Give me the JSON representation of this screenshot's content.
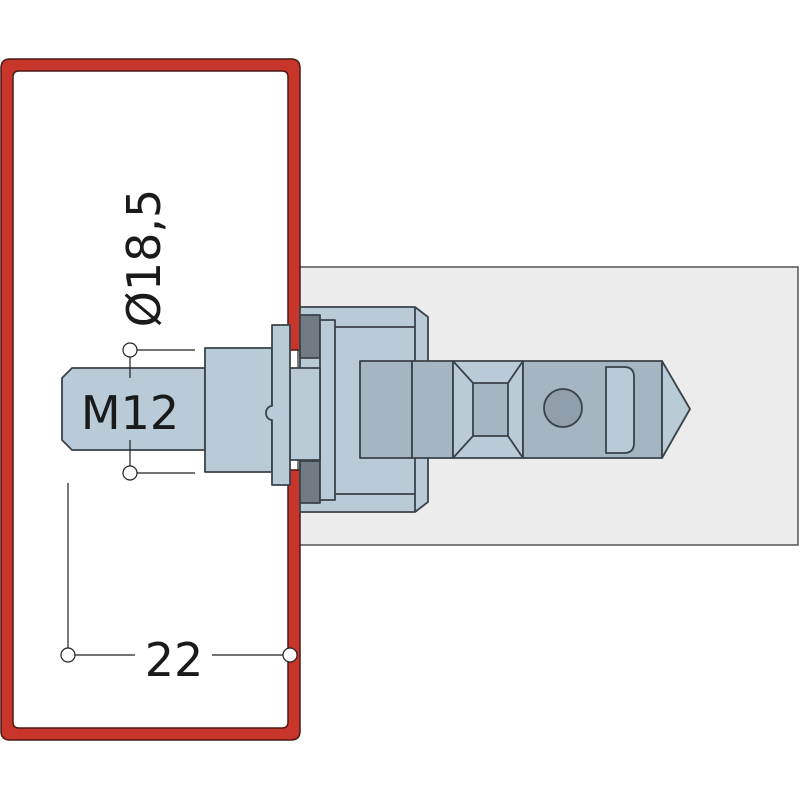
{
  "labels": {
    "thread": "M12",
    "diameter": "Ø18,5",
    "depth": "22"
  },
  "colors": {
    "frame": "#c8352a",
    "part": "#b8cbd6",
    "part_dark": "#a4b6c1",
    "nut": "#707b84",
    "background_block": "#ececec"
  }
}
